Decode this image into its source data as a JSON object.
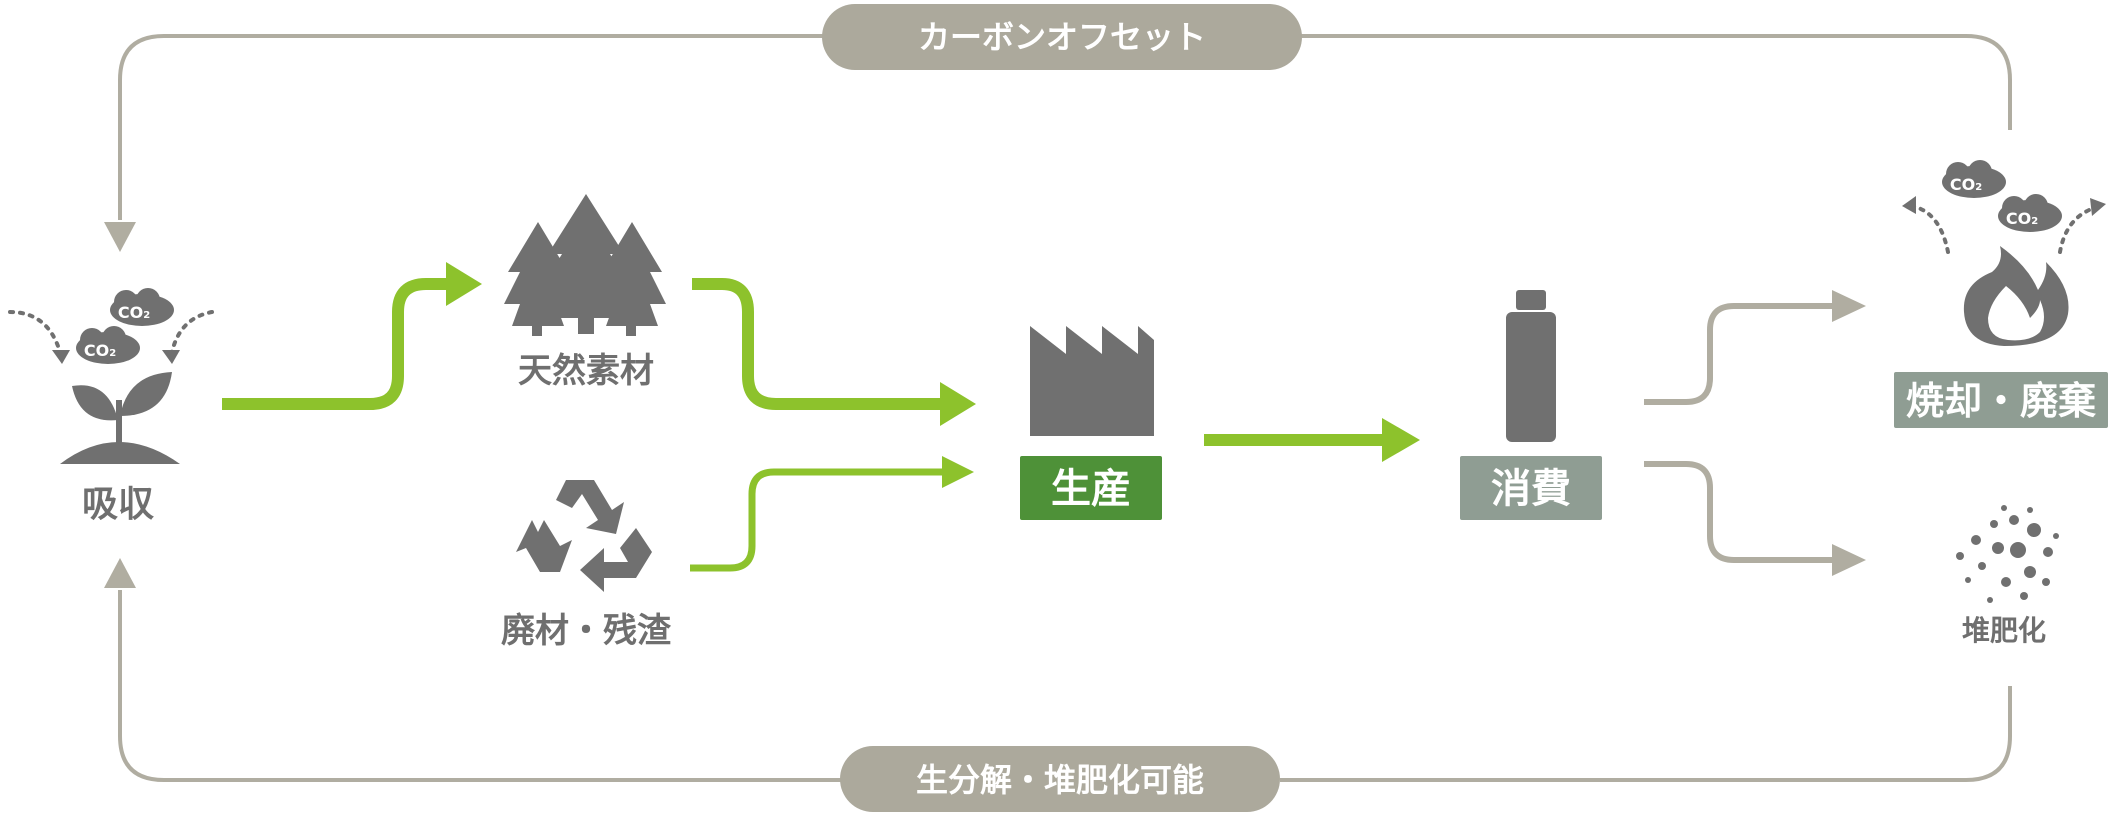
{
  "top_cycle_label": "カーボンオフセット",
  "bottom_cycle_label": "生分解・堆肥化可能",
  "co2_label": "CO",
  "co2_subscript": "2",
  "nodes": {
    "absorb": "吸収",
    "natural_materials": "天然素材",
    "waste_residue": "廃材・残渣",
    "production": "生産",
    "consumption": "消費",
    "incineration": "焼却・廃棄",
    "composting": "堆肥化"
  },
  "colors": {
    "green_arrow": "#8dc22c",
    "gray_cycle": "#b0ada1",
    "pill_bg": "#aca99c",
    "production_box": "#4e9138",
    "consumption_box": "#8f9d93",
    "icon_gray": "#707070"
  },
  "icons": {
    "sprout": "sprout-icon",
    "trees": "trees-icon",
    "recycle": "recycle-icon",
    "factory": "factory-icon",
    "bottle": "bottle-icon",
    "fire": "fire-icon",
    "compost": "compost-icon",
    "cloud": "co2-cloud-icon"
  }
}
